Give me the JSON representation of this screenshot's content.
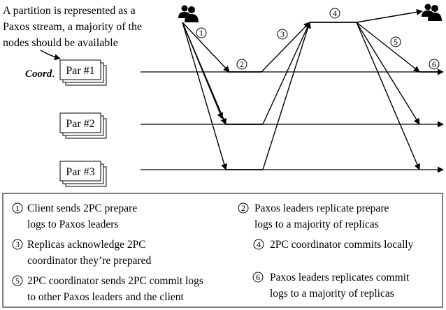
{
  "intro": [
    "A partition is represented as a",
    "Paxos stream, a majority of the",
    "nodes should be available"
  ],
  "coordinator_label": "Coord",
  "coordinator_suffix": ".",
  "partitions": [
    "Par #1",
    "Par #2",
    "Par #3"
  ],
  "step_markers": [
    "1",
    "2",
    "3",
    "4",
    "5",
    "6"
  ],
  "legend": [
    {
      "num": "1",
      "lines": [
        "Client sends 2PC prepare",
        "logs to Paxos leaders"
      ]
    },
    {
      "num": "2",
      "lines": [
        "Paxos leaders replicate prepare",
        "logs to a majority of replicas"
      ]
    },
    {
      "num": "3",
      "lines": [
        "Replicas acknowledge 2PC",
        "coordinator they’re prepared"
      ]
    },
    {
      "num": "4",
      "lines": [
        "2PC coordinator commits locally"
      ]
    },
    {
      "num": "5",
      "lines": [
        "2PC coordinator sends 2PC commit logs",
        "to other Paxos leaders and the client"
      ]
    },
    {
      "num": "6",
      "lines": [
        "Paxos leaders replicates commit",
        "logs to a majority of replicas"
      ]
    }
  ],
  "icons": [
    "client-icon",
    "client-icon"
  ]
}
